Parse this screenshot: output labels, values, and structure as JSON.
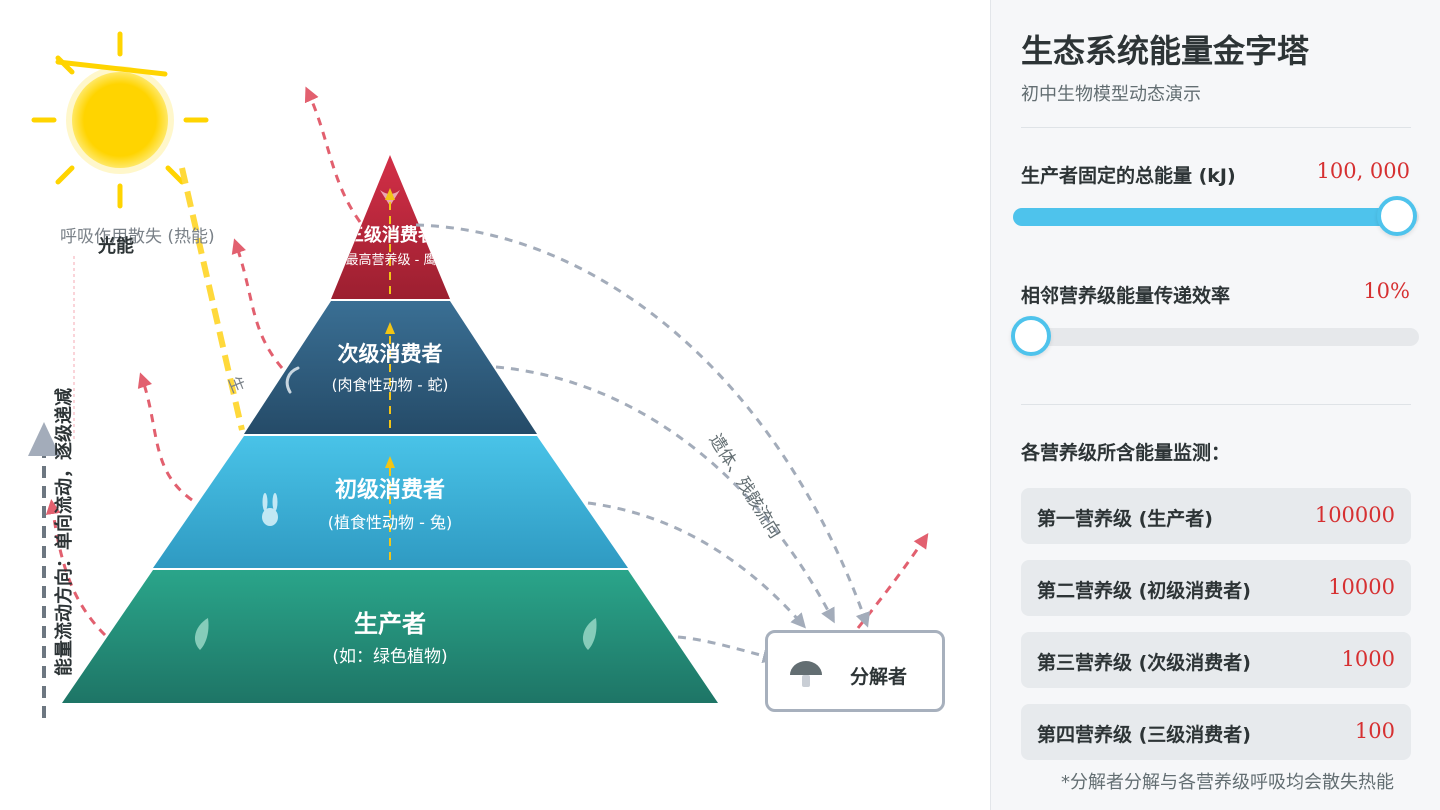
{
  "panel": {
    "title": "生态系统能量金字塔",
    "subtitle": "初中生物模型动态演示",
    "slider_total": {
      "label": "生产者固定的总能量 (kJ)",
      "display": "100, 000",
      "fraction": 1.0
    },
    "slider_efficiency": {
      "label": "相邻营养级能量传递效率",
      "display": "10%",
      "fraction": 0.0
    },
    "monitor_title": "各营养级所含能量监测：",
    "levels": [
      {
        "name": "第一营养级 (生产者)",
        "value": "100000"
      },
      {
        "name": "第二营养级 (初级消费者)",
        "value": "10000"
      },
      {
        "name": "第三营养级 (次级消费者)",
        "value": "1000"
      },
      {
        "name": "第四营养级 (三级消费者)",
        "value": "100"
      }
    ],
    "note": "*分解者分解与各营养级呼吸均会散失热能"
  },
  "diagram": {
    "sun_label": "光能",
    "respiration_label": "呼吸作用散失 (热能)",
    "flow_axis_label": "能量流动方向：单向流动，逐级递减",
    "remains_label": "遗体、残骸流向",
    "partial_label": "生",
    "tiers": [
      {
        "title": "生产者",
        "subtitle": "(如：绿色植物)"
      },
      {
        "title": "初级消费者",
        "subtitle": "(植食性动物 - 兔)"
      },
      {
        "title": "次级消费者",
        "subtitle": "(肉食性动物 - 蛇)"
      },
      {
        "title": "三级消费者",
        "subtitle": "(最高营养级 - 鹰)"
      }
    ],
    "decomposer_label": "分解者"
  },
  "colors": {
    "producer": "#23977f",
    "primary": "#3fb6dc",
    "secondary": "#2f5f82",
    "tertiary": "#b8243a",
    "heat_arrow": "#e2606f",
    "flow_arrow": "#a3acba",
    "sun": "#ffd400",
    "accent": "#4ec3ec"
  }
}
